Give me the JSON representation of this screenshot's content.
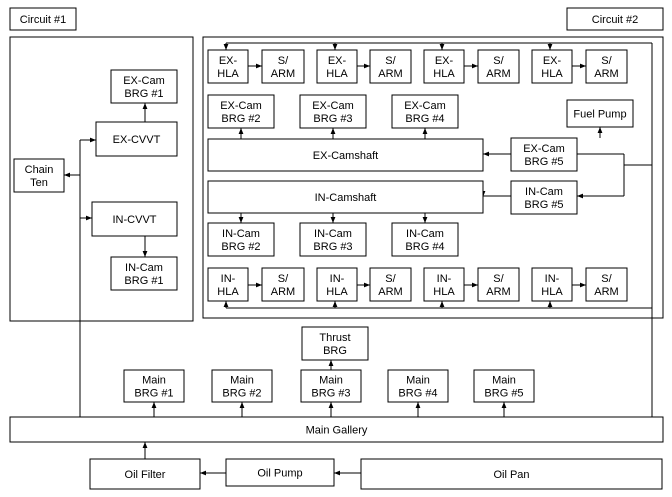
{
  "circuits": {
    "left": "Circuit #1",
    "right": "Circuit #2"
  },
  "components": {
    "ex_cam_brg_1": [
      "EX-Cam",
      "BRG #1"
    ],
    "ex_cvvt": [
      "EX-CVVT"
    ],
    "chain_ten": [
      "Chain",
      "Ten"
    ],
    "in_cvvt": [
      "IN-CVVT"
    ],
    "in_cam_brg_1": [
      "IN-Cam",
      "BRG #1"
    ],
    "ex_hla": [
      "EX-",
      "HLA"
    ],
    "s_arm": [
      "S/",
      "ARM"
    ],
    "ex_cam_brg_2": [
      "EX-Cam",
      "BRG #2"
    ],
    "ex_cam_brg_3": [
      "EX-Cam",
      "BRG #3"
    ],
    "ex_cam_brg_4": [
      "EX-Cam",
      "BRG #4"
    ],
    "fuel_pump": [
      "Fuel Pump"
    ],
    "ex_camshaft": [
      "EX-Camshaft"
    ],
    "ex_cam_brg_5": [
      "EX-Cam",
      "BRG #5"
    ],
    "in_camshaft": [
      "IN-Camshaft"
    ],
    "in_cam_brg_5": [
      "IN-Cam",
      "BRG #5"
    ],
    "in_cam_brg_2": [
      "IN-Cam",
      "BRG #2"
    ],
    "in_cam_brg_3": [
      "IN-Cam",
      "BRG #3"
    ],
    "in_cam_brg_4": [
      "IN-Cam",
      "BRG #4"
    ],
    "in_hla": [
      "IN-",
      "HLA"
    ],
    "thrust_brg": [
      "Thrust",
      "BRG"
    ],
    "main_brg_1": [
      "Main",
      "BRG #1"
    ],
    "main_brg_2": [
      "Main",
      "BRG #2"
    ],
    "main_brg_3": [
      "Main",
      "BRG #3"
    ],
    "main_brg_4": [
      "Main",
      "BRG #4"
    ],
    "main_brg_5": [
      "Main",
      "BRG #5"
    ],
    "main_gallery": [
      "Main Gallery"
    ],
    "oil_filter": [
      "Oil Filter"
    ],
    "oil_pump": [
      "Oil Pump"
    ],
    "oil_pan": [
      "Oil Pan"
    ]
  },
  "colors": {
    "line": "#000000",
    "box_fill": "#ffffff"
  }
}
